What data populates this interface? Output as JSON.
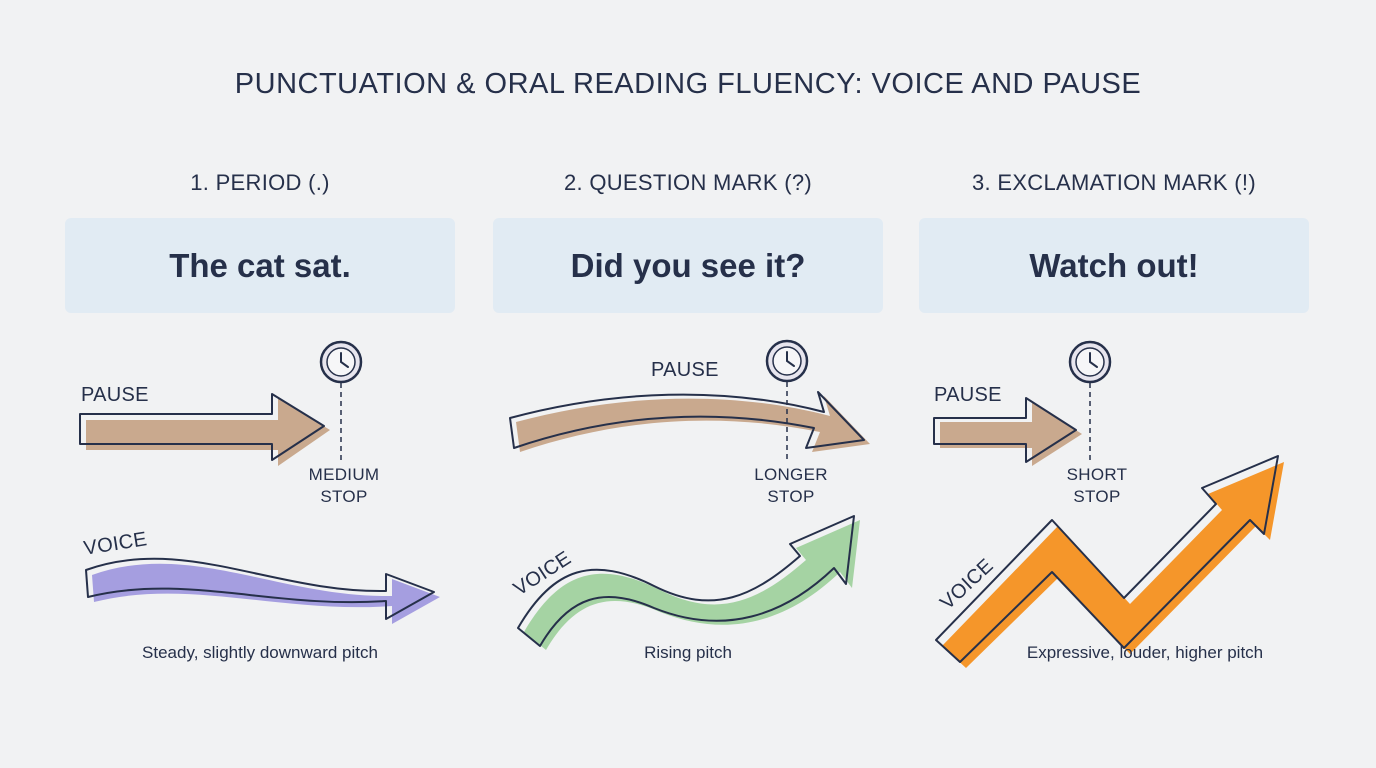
{
  "title": "PUNCTUATION & ORAL READING FLUENCY: VOICE AND PAUSE",
  "colors": {
    "pause_arrow": "#c9a98e",
    "period_voice": "#a59ee0",
    "question_voice": "#a5d3a3",
    "exclamation_voice": "#f5962a",
    "sentence_box": "#e1ebf3",
    "ink": "#26304a"
  },
  "columns": [
    {
      "heading": "1. PERIOD (.)",
      "sentence": "The cat sat.",
      "pause_label": "PAUSE",
      "stop_line1": "MEDIUM",
      "stop_line2": "STOP",
      "voice_label": "VOICE",
      "caption": "Steady, slightly downward pitch",
      "icon": "clock-icon"
    },
    {
      "heading": "2. QUESTION MARK (?)",
      "sentence": "Did you see it?",
      "pause_label": "PAUSE",
      "stop_line1": "LONGER",
      "stop_line2": "STOP",
      "voice_label": "VOICE",
      "caption": "Rising pitch",
      "icon": "clock-icon"
    },
    {
      "heading": "3. EXCLAMATION MARK (!)",
      "sentence": "Watch out!",
      "pause_label": "PAUSE",
      "stop_line1": "SHORT",
      "stop_line2": "STOP",
      "voice_label": "VOICE",
      "caption": "Expressive, louder, higher pitch",
      "icon": "clock-icon"
    }
  ]
}
